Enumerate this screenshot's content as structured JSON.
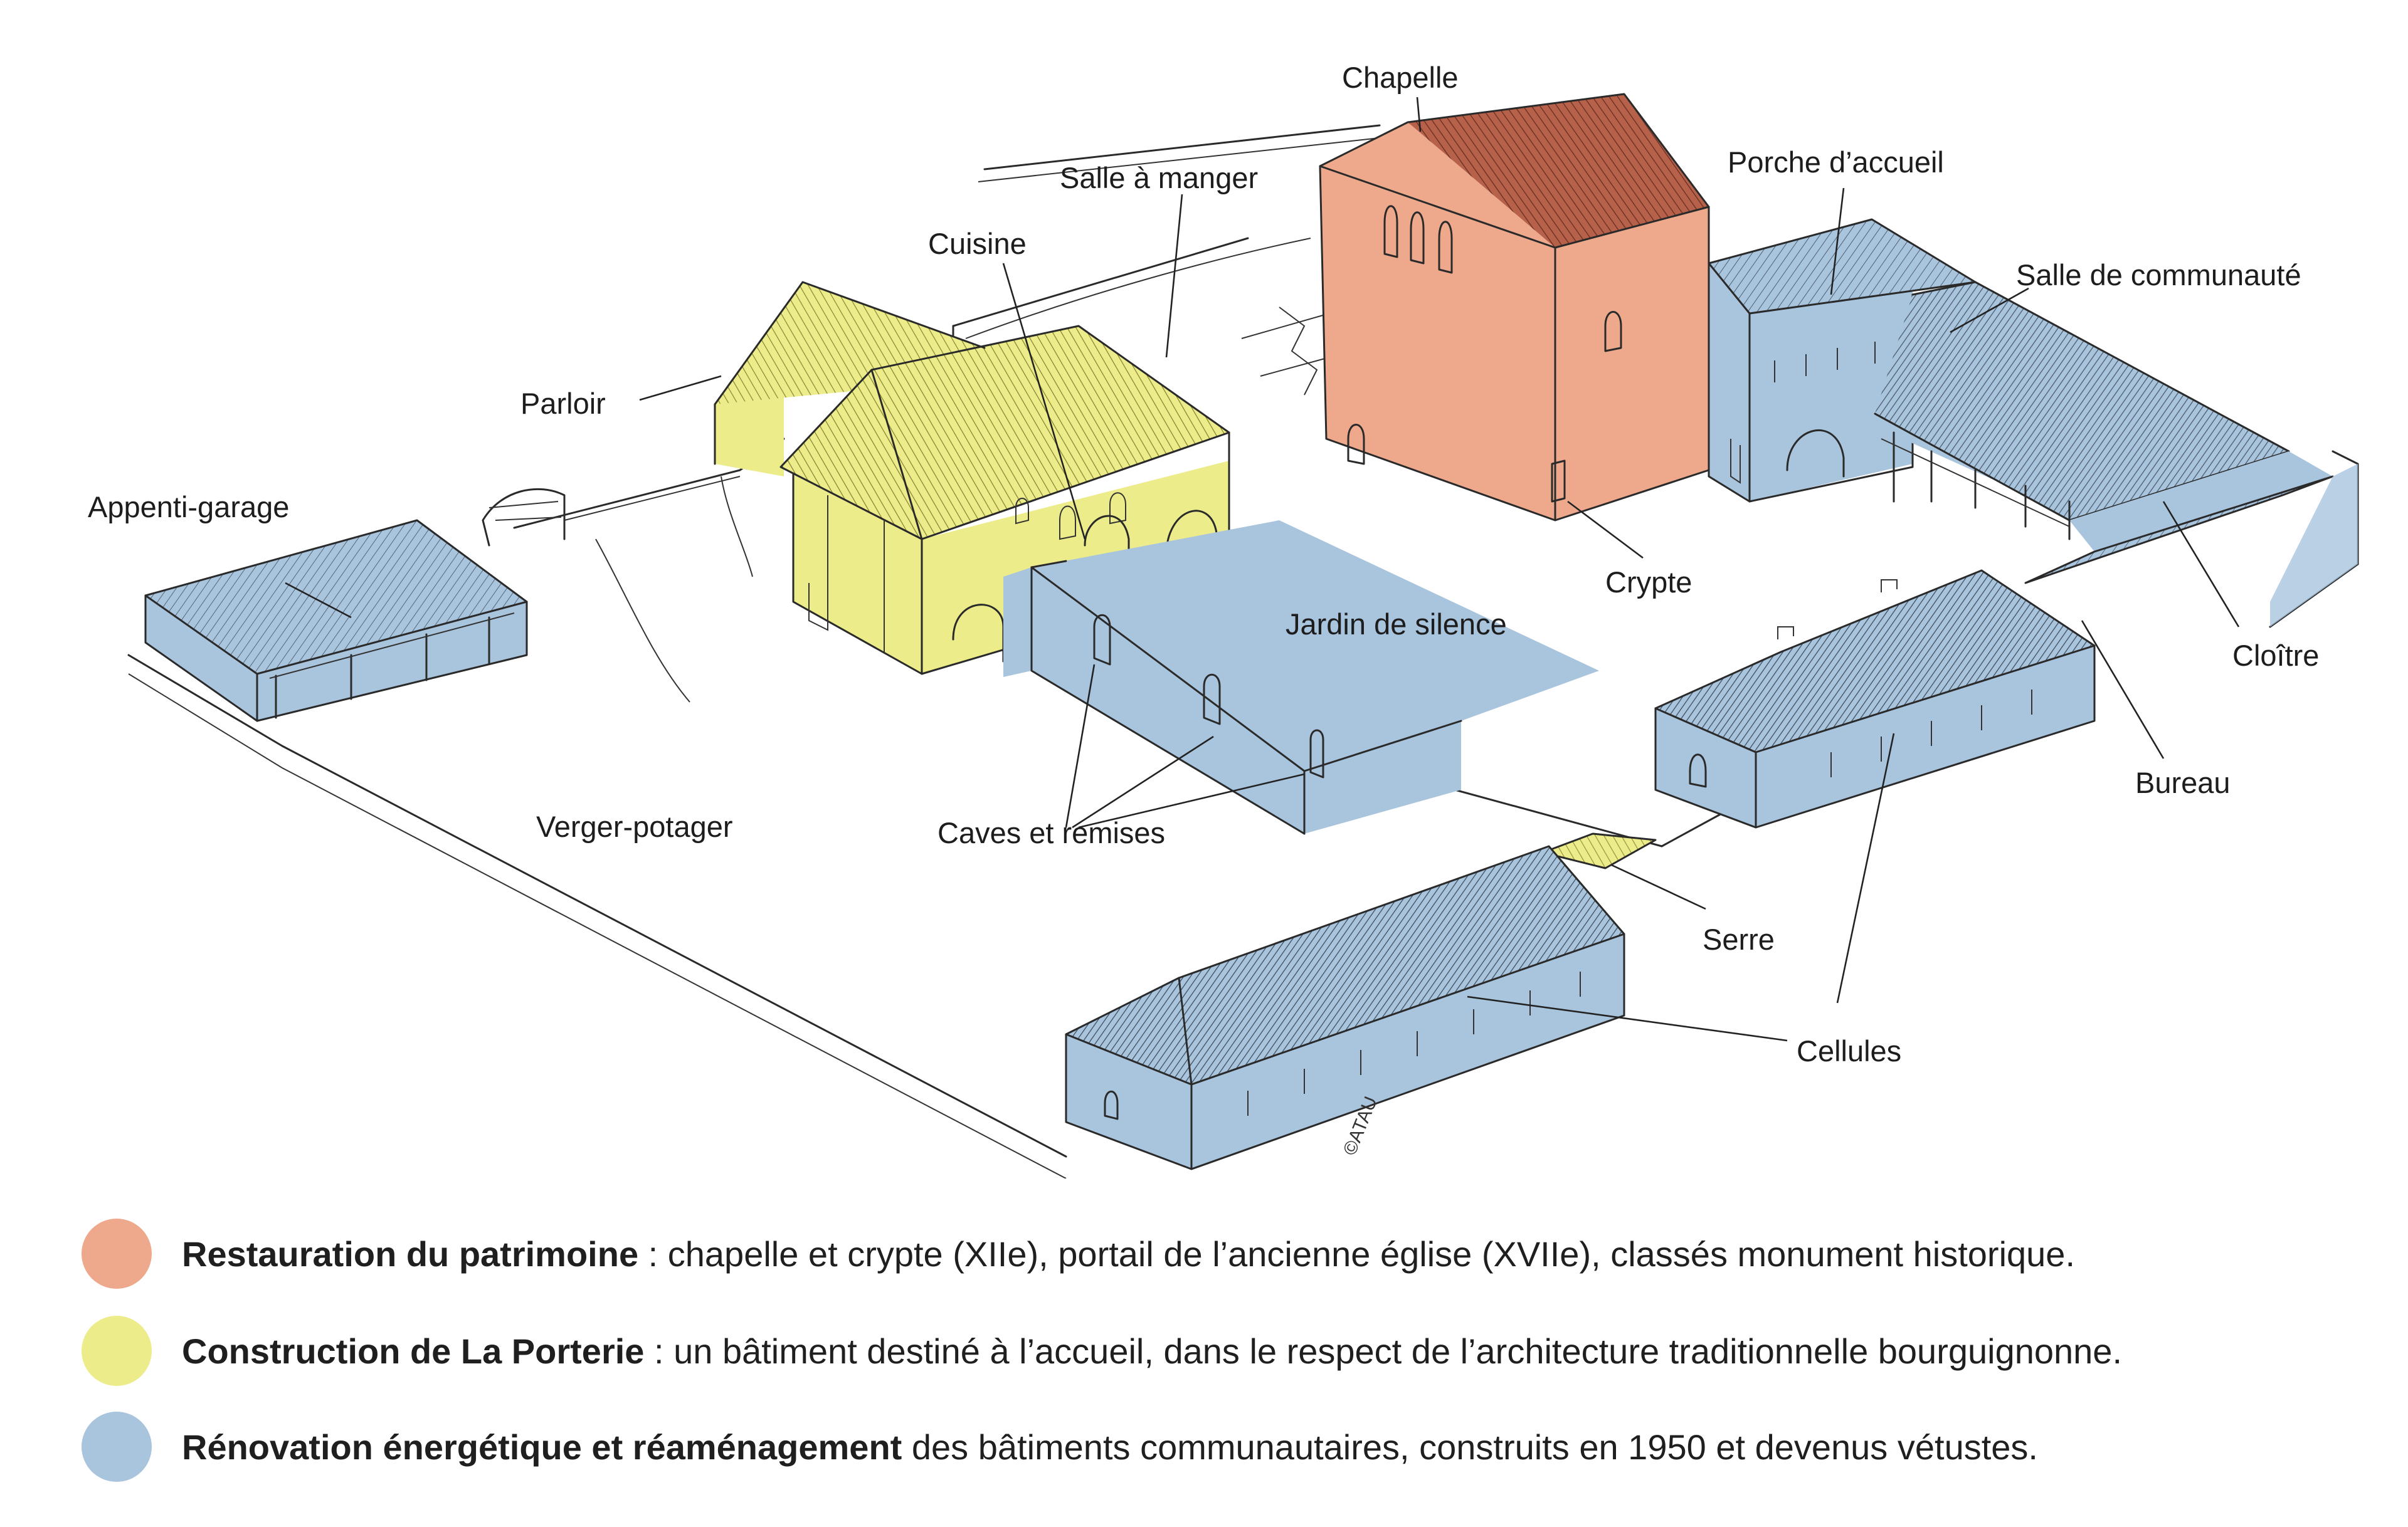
{
  "colors": {
    "heritage": "#eea98d",
    "porterie": "#ecec8b",
    "renovation": "#a9c4dd",
    "ground": "#ffffff",
    "ink": "#2a2a2a"
  },
  "labels": {
    "chapelle": "Chapelle",
    "salle_a_manger": "Salle à manger",
    "porche_accueil": "Porche d’accueil",
    "cuisine": "Cuisine",
    "salle_communaute": "Salle de communauté",
    "parloir": "Parloir",
    "appenti_garage": "Appenti-garage",
    "jardin_silence": "Jardin de silence",
    "crypte": "Crypte",
    "cloitre": "Cloître",
    "bureau": "Bureau",
    "verger_potager": "Verger-potager",
    "caves_remises": "Caves et remises",
    "serre": "Serre",
    "cellules": "Cellules"
  },
  "credit": "©ATAU",
  "legend": [
    {
      "title": "Restauration du patrimoine",
      "text": " : chapelle et crypte (XIIe), portail de l’ancienne église (XVIIe), classés monument historique.",
      "color_key": "heritage"
    },
    {
      "title": "Construction de La Porterie",
      "text": " : un bâtiment destiné à l’accueil, dans le respect de l’architecture traditionnelle bourguignonne.",
      "color_key": "porterie"
    },
    {
      "title": "Rénovation énergétique et réaménagement",
      "text": " des bâtiments communautaires, construits en 1950 et devenus vétustes.",
      "color_key": "renovation"
    }
  ]
}
